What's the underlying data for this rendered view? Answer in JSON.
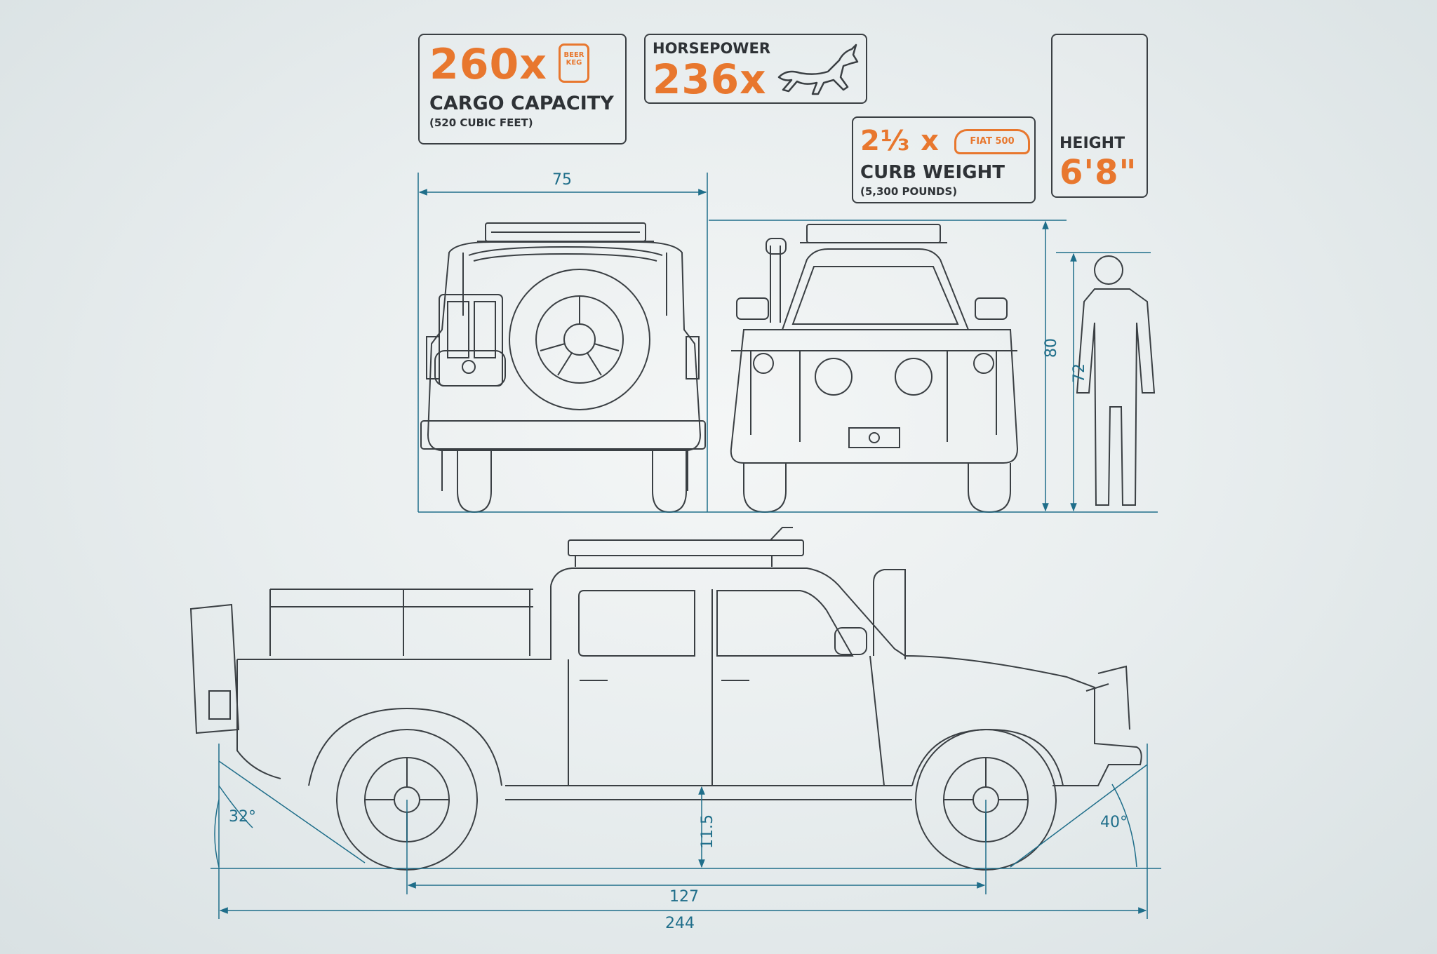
{
  "cargo": {
    "multiplier": "260x",
    "icon_text": "BEER KEG",
    "title": "CARGO CAPACITY",
    "subtitle": "(520 CUBIC FEET)"
  },
  "horsepower": {
    "label": "HORSEPOWER",
    "multiplier": "236x",
    "icon": "horse-icon"
  },
  "curb_weight": {
    "multiplier": "2⅓ x",
    "pill": "FIAT 500",
    "title": "CURB WEIGHT",
    "subtitle": "(5,300 POUNDS)"
  },
  "height": {
    "label": "HEIGHT",
    "value": "6'8\""
  },
  "dimensions": {
    "rear_width": "75",
    "vehicle_height": "80",
    "person_height": "72",
    "ground_clearance": "11.5",
    "wheelbase": "127",
    "overall_length": "244",
    "approach_angle": "40°",
    "departure_angle": "32°"
  },
  "colors": {
    "accent": "#e8772e",
    "line": "#3a3f43",
    "dimension": "#1f6e8a"
  }
}
